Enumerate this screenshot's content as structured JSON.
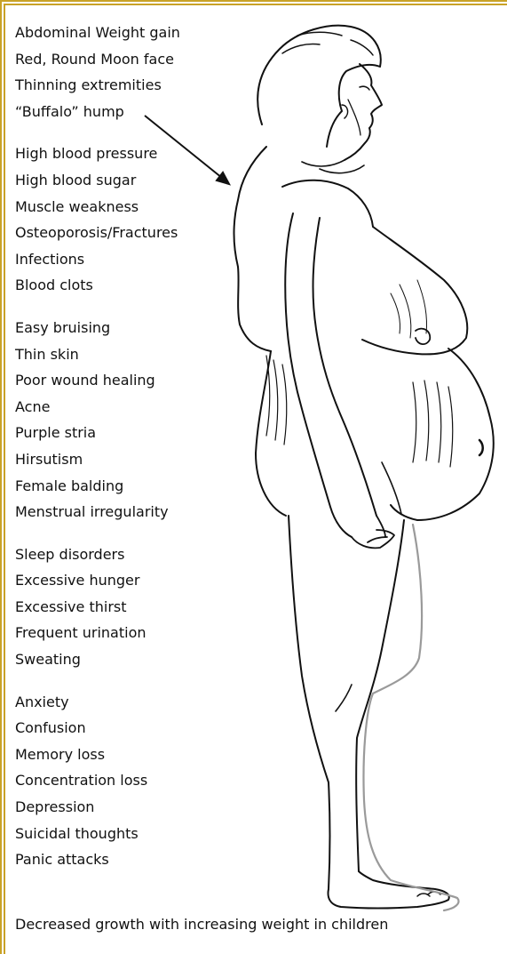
{
  "groups": [
    {
      "items": [
        "Abdominal Weight gain",
        "Red, Round Moon face",
        "Thinning extremities",
        "“Buffalo” hump"
      ]
    },
    {
      "items": [
        "High blood pressure",
        "High blood sugar",
        "Muscle weakness",
        "Osteoporosis/Fractures",
        "Infections",
        "Blood clots"
      ]
    },
    {
      "items": [
        "Easy bruising",
        "Thin skin",
        "Poor wound healing",
        "Acne",
        "Purple stria",
        "Hirsutism",
        "Female balding",
        "Menstrual irregularity"
      ]
    },
    {
      "items": [
        "Sleep disorders",
        "Excessive hunger",
        "Excessive thirst",
        "Frequent urination",
        "Sweating"
      ]
    },
    {
      "items": [
        "Anxiety",
        "Confusion",
        "Memory loss",
        "Concentration loss",
        "Depression",
        "Suicidal thoughts",
        "Panic attacks"
      ]
    }
  ],
  "footer": "Decreased growth with increasing weight in children",
  "colors": {
    "border": "#c9a227",
    "line": "#111111",
    "gray_line": "#9a9a9a"
  }
}
